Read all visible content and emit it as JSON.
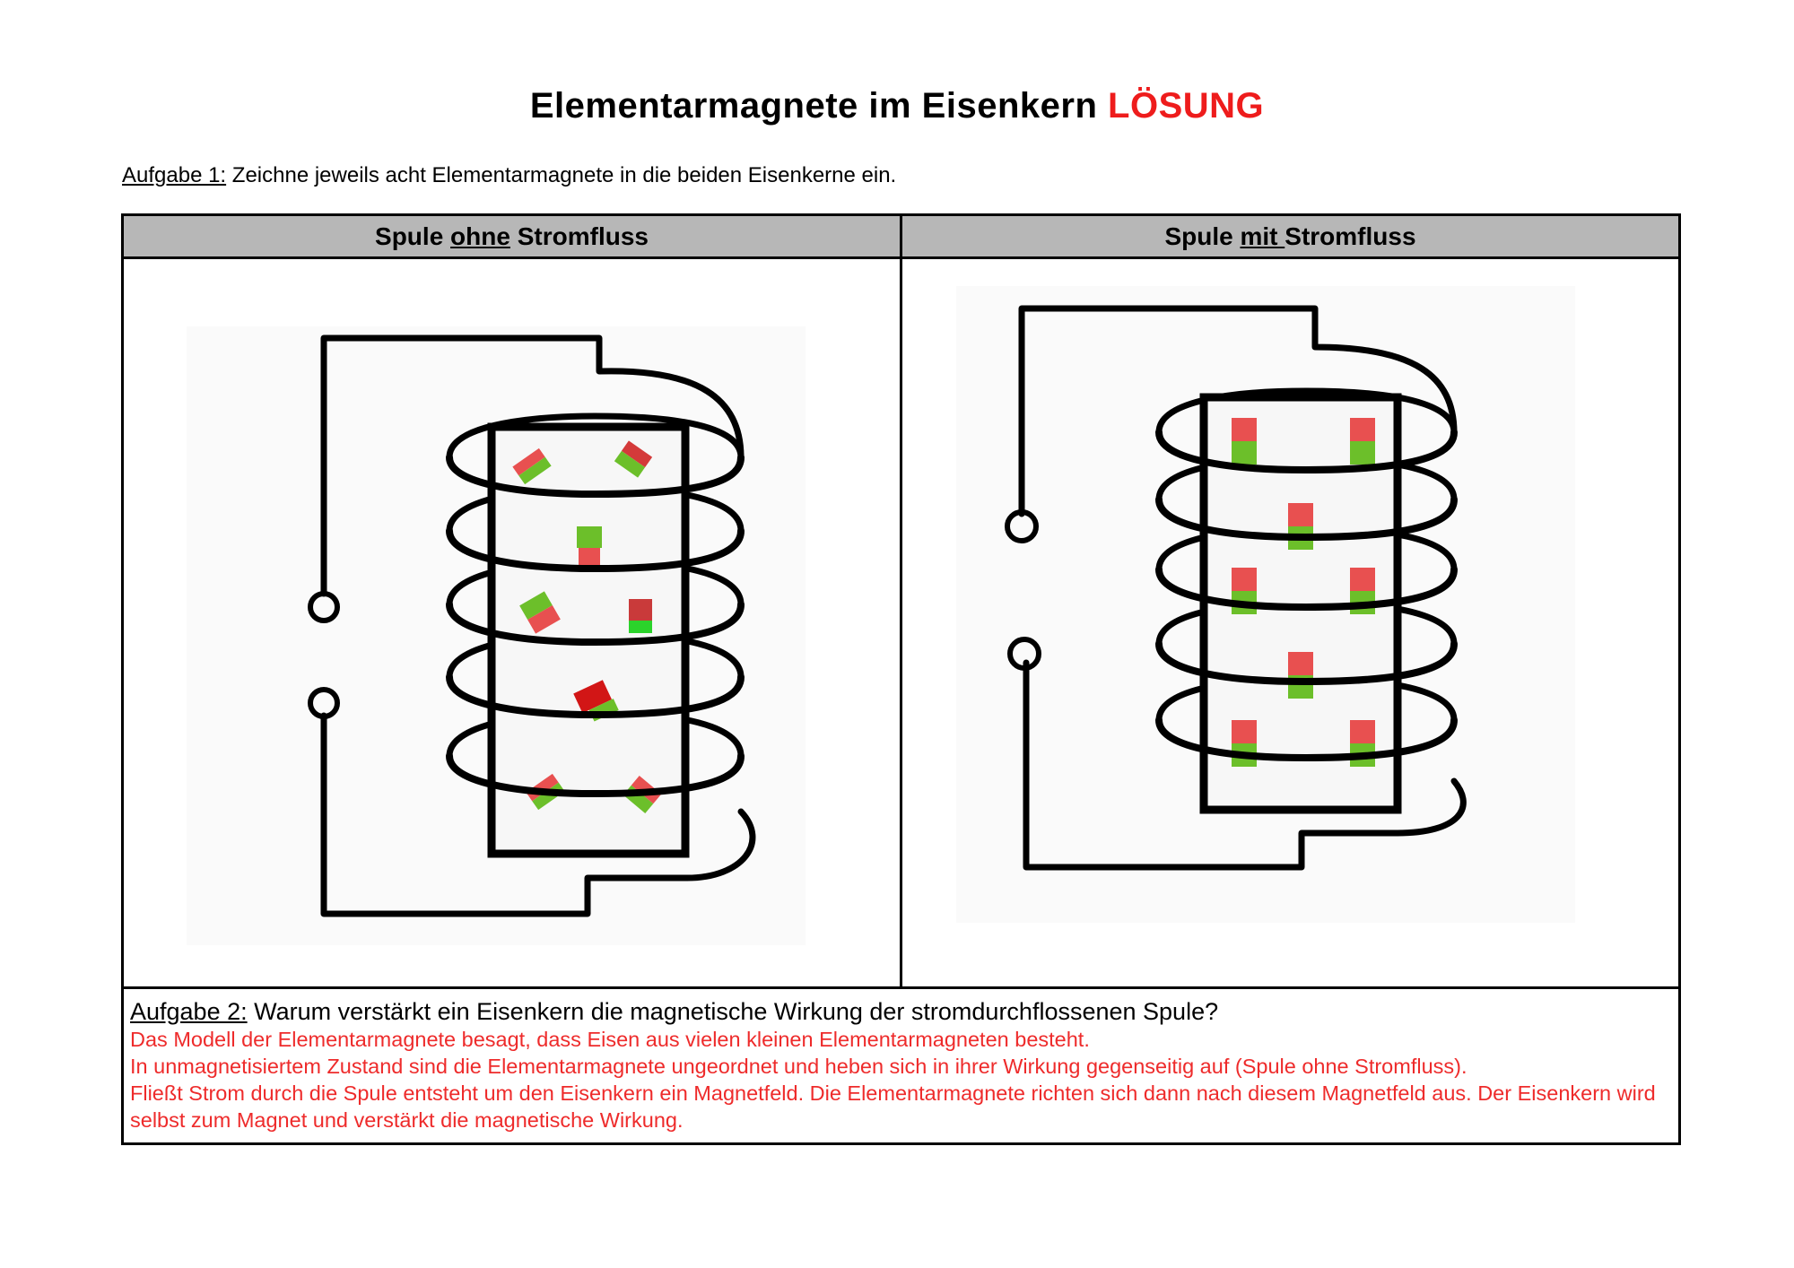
{
  "title": {
    "main": "Elementarmagnete im Eisenkern",
    "highlight": "LÖSUNG"
  },
  "task1": {
    "label": "Aufgabe 1:",
    "text": " Zeichne jeweils acht Elementarmagnete in die beiden Eisenkerne ein."
  },
  "table": {
    "left_header": {
      "pre": "Spule ",
      "underlined": "ohne",
      "post": " Stromfluss"
    },
    "right_header": {
      "pre": "Spule ",
      "underlined": "mit ",
      "post": "Stromfluss"
    }
  },
  "task2": {
    "label": "Aufgabe 2:",
    "question": " Warum verstärkt ein Eisenkern die magnetische Wirkung der stromdurchflossenen Spule?",
    "answer_lines": [
      "Das Modell der Elementarmagnete besagt, dass Eisen aus vielen kleinen Elementarmagneten besteht.",
      "In unmagnetisiertem Zustand sind die Elementarmagnete ungeordnet und heben sich in ihrer Wirkung gegenseitig auf (Spule ohne Stromfluss).",
      "Fließt Strom durch die Spule entsteht um den Eisenkern ein Magnetfeld. Die Elementarmagnete richten sich dann nach diesem Magnetfeld aus. Der Eisenkern wird selbst zum Magnet und verstärkt die magnetische Wirkung."
    ]
  },
  "colors": {
    "north": "#e85050",
    "south": "#6cbf2a",
    "title_highlight": "#ee1c1c",
    "answer": "#ee2b2b",
    "header_bg": "#b7b7b7"
  }
}
